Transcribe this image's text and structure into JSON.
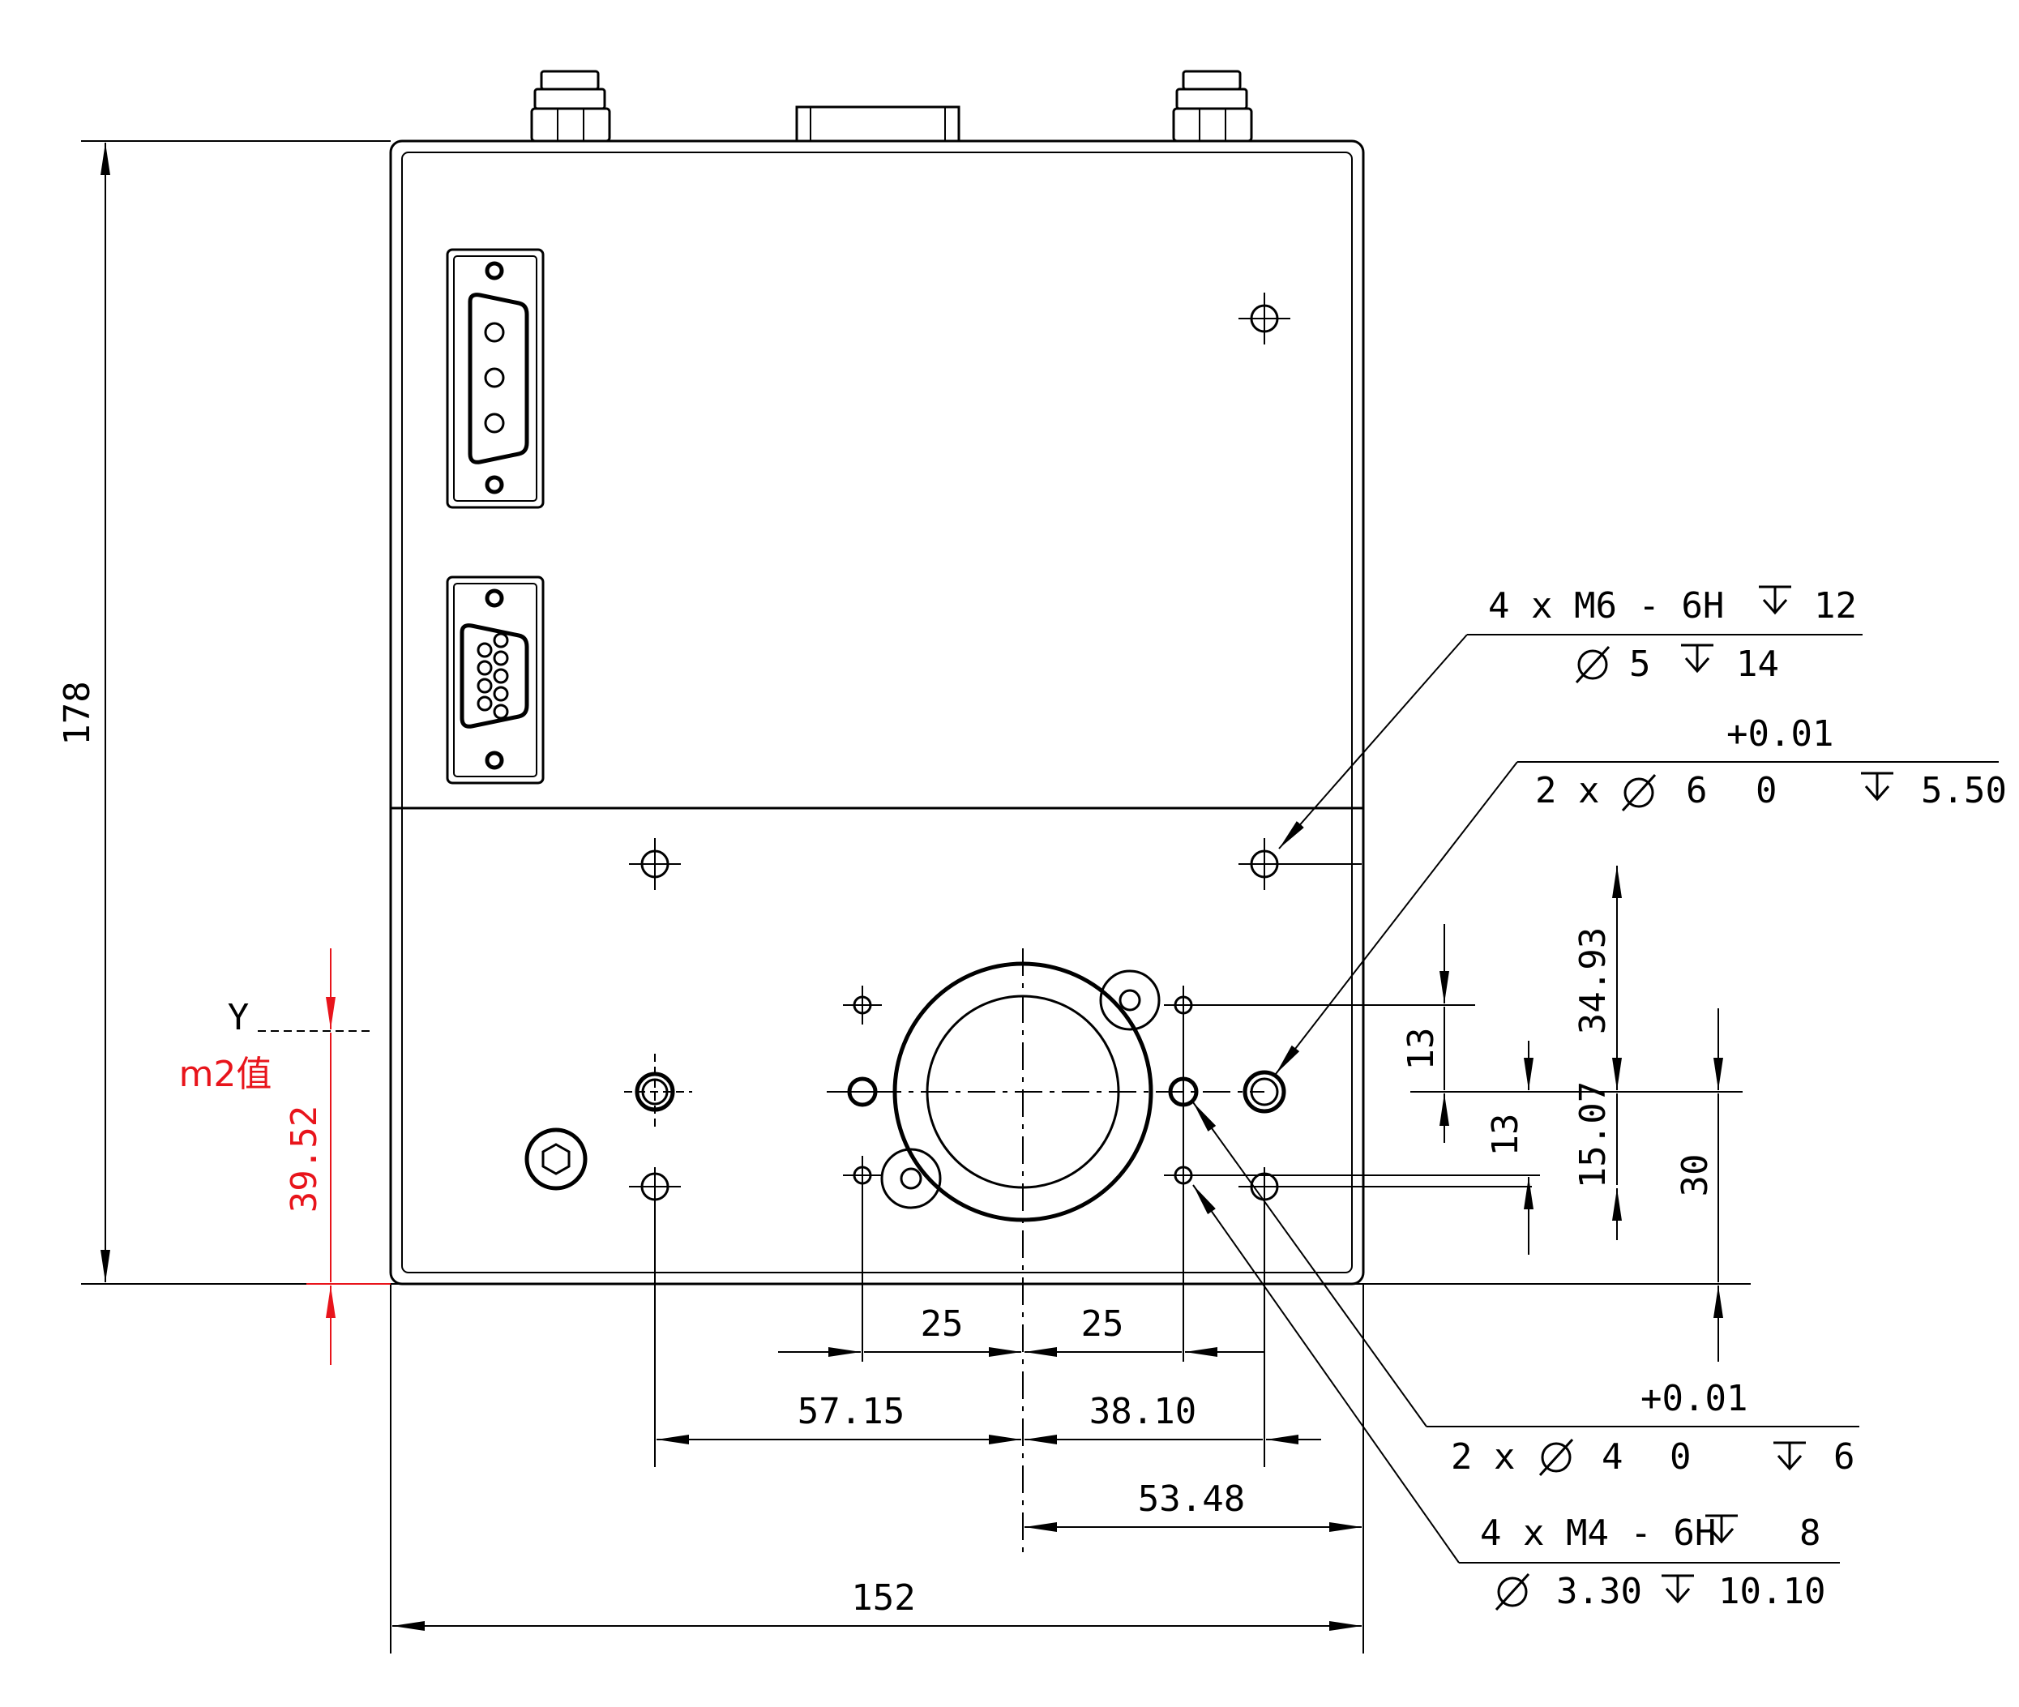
{
  "dimensions": {
    "height_total": "178",
    "width_total": "152",
    "y_value": "39.52",
    "hole_spacing_left": "25",
    "hole_spacing_right": "25",
    "offset_left": "57.15",
    "offset_right": "38.10",
    "offset_edge": "53.48",
    "vertical_34_93": "34.93",
    "vertical_13_upper": "13",
    "vertical_13_lower": "13",
    "vertical_15_07": "15.07",
    "vertical_30": "30"
  },
  "labels": {
    "y_axis": "Y",
    "m2_value": "m2值"
  },
  "callouts": {
    "m6": {
      "line1": "4 x  M6 - 6H",
      "depth1": "12",
      "line2_dia": "5",
      "line2_depth": "14"
    },
    "d6": {
      "tolerance": "+0.01",
      "count": "2 x",
      "dia": "6",
      "tol_low": "0",
      "depth": "5.50"
    },
    "d4": {
      "tolerance": "+0.01",
      "count": "2 x",
      "dia": "4",
      "tol_low": "0",
      "depth": "6"
    },
    "m4": {
      "line1": "4 x  M4 - 6H",
      "depth1": "8",
      "line2_dia": "3.30",
      "line2_depth": "10.10"
    }
  },
  "colors": {
    "line": "#000000",
    "highlight": "#e8141b"
  }
}
